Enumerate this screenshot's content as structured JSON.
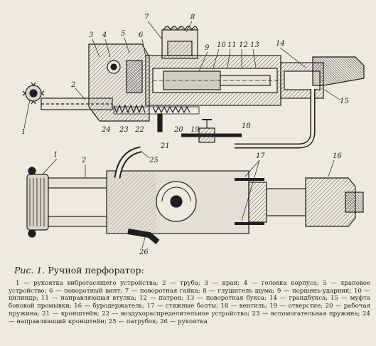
{
  "caption": {
    "prefix": "Рис. 1.",
    "title": "Ручной перфоратор:"
  },
  "legend": "1 — рукоятка виброгасящего устройства; 2 — труба; 3 — кран; 4 — головка корпуса; 5 — храповое устройство; 6 — поворотный винт; 7 — поворотная гайка; 8 — глушитель шума; 9 — поршень-ударник; 10 — цилиндр; 11 — направляющая втулка; 12 — патрон; 13 — поворотная букса; 14 — грандбукса; 15 — муфта боковой промывки; 16 — буродержатель; 17 — стяжные болты; 18 — вентиль; 19 — отверстие; 20 — рабочая пружина; 21 — кронштейн; 22 — воздухораспределительное устройство; 23 — вспомогательная пружина; 24 — направляющий кронштейн; 25 — патрубок; 26 — рукоятка",
  "callouts": {
    "n1": "1",
    "n2": "2",
    "n3": "3",
    "n4": "4",
    "n5": "5",
    "n6": "6",
    "n7": "7",
    "n8": "8",
    "n9": "9",
    "n10": "10",
    "n11": "11",
    "n12": "12",
    "n13": "13",
    "n14": "14",
    "n15": "15",
    "n16": "16",
    "n17": "17",
    "n18": "18",
    "n19": "19",
    "n20": "20",
    "n21": "21",
    "n22": "22",
    "n23": "23",
    "n24": "24",
    "n25": "25",
    "n26": "26",
    "b1": "1",
    "b2": "2",
    "b16": "16",
    "b17": "17"
  },
  "colors": {
    "paper": "#eeeae0",
    "ink": "#1e1e1e",
    "hatch": "#555555"
  }
}
